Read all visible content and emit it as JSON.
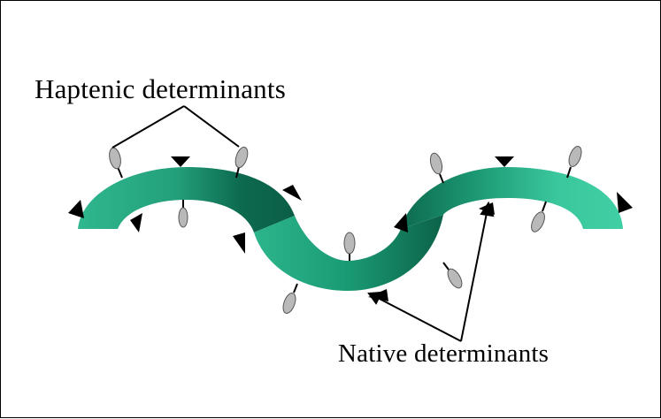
{
  "labels": {
    "haptenic": "Haptenic determinants",
    "native": "Native determinants"
  },
  "colors": {
    "ribbon_light": "#33c196",
    "ribbon_mid": "#19a57c",
    "ribbon_dark": "#0b6a4e",
    "hapten_fill": "#b9b9b9",
    "native_fill": "#000000",
    "line": "#000000"
  },
  "icons": {
    "haptenic": "oval-on-stick",
    "native": "black-triangle"
  }
}
